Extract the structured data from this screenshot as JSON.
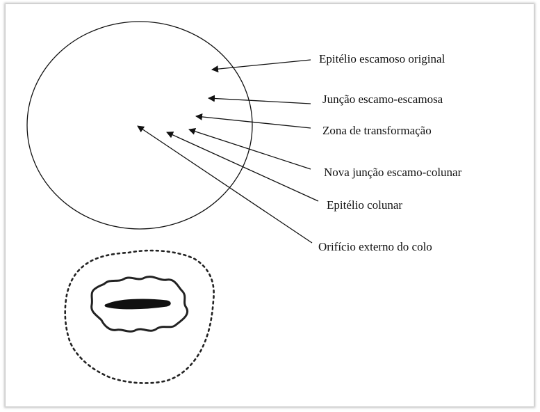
{
  "labels": {
    "l1": "Epitélio escamoso original",
    "l2": "Junção escamo-escamosa",
    "l3": "Zona de transformação",
    "l4": "Nova junção escamo-colunar",
    "l5": "Epitélio colunar",
    "l6": "Orifício externo do colo"
  },
  "colors": {
    "ink": "#111111",
    "shadow": "#888888"
  }
}
